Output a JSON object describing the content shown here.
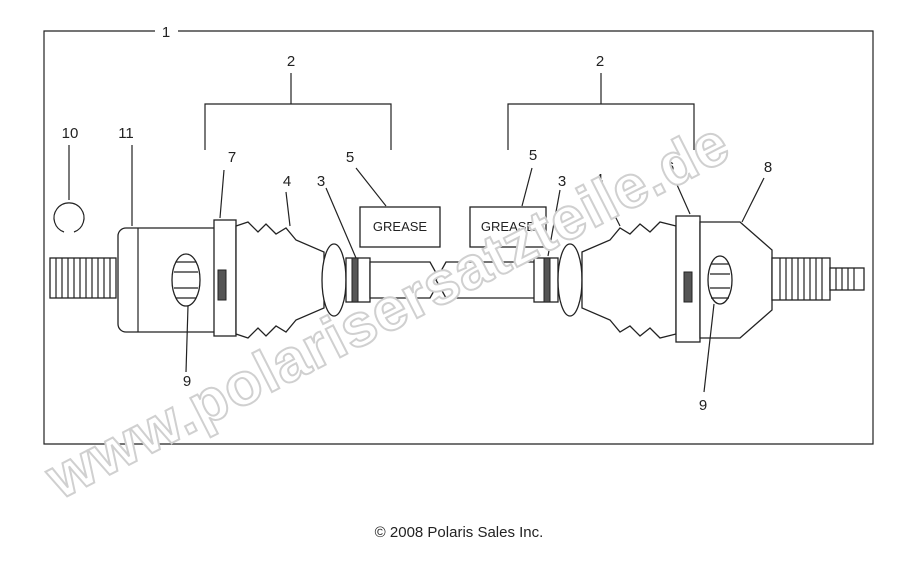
{
  "callouts": {
    "c1": "1",
    "c2_left": "2",
    "c2_right": "2",
    "c3_left": "3",
    "c3_right": "3",
    "c4_left": "4",
    "c4_right": "4",
    "c5_left": "5",
    "c5_right": "5",
    "c6": "6",
    "c7": "7",
    "c8": "8",
    "c9_left": "9",
    "c9_right": "9",
    "c10": "10",
    "c11": "11"
  },
  "labels": {
    "grease_left": "GREASE",
    "grease_right": "GREASE"
  },
  "watermark": "www.polarisersatzteile.de",
  "copyright": "© 2008 Polaris Sales Inc."
}
